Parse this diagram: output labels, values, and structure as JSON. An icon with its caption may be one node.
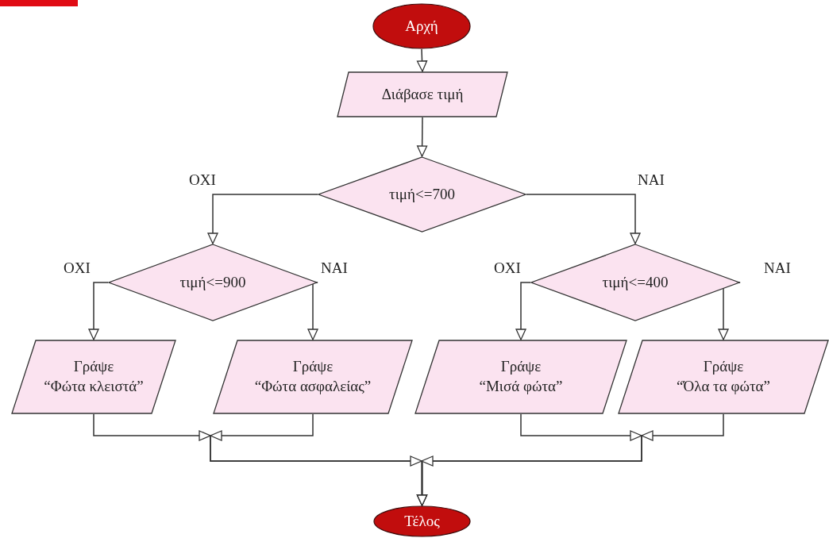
{
  "diagram": {
    "nodes": [
      {
        "text": [
          "Αρχή"
        ]
      },
      {
        "text": [
          "Διάβασε τιμή"
        ]
      },
      {
        "text": [
          "τιμή<=700"
        ]
      },
      {
        "text": [
          "τιμή<=900"
        ]
      },
      {
        "text": [
          "τιμή<=400"
        ]
      },
      {
        "text": [
          "Γράψε",
          "“Φώτα κλειστά”"
        ]
      },
      {
        "text": [
          "Γράψε",
          "“Φώτα ασφαλείας”"
        ]
      },
      {
        "text": [
          "Γράψε",
          "“Μισά φώτα”"
        ]
      },
      {
        "text": [
          "Γράψε",
          "“Όλα τα φώτα”"
        ]
      },
      {
        "text": [
          "Τέλος"
        ]
      }
    ],
    "edges": [
      {
        "from": 0,
        "to": 1,
        "arrow": "to"
      },
      {
        "from": 1,
        "to": 2,
        "arrow": "to"
      },
      {
        "from": 2,
        "to": 3,
        "arrow": "to",
        "label": "ΟΧΙ"
      },
      {
        "from": 2,
        "to": 4,
        "arrow": "to",
        "label": "ΝΑΙ"
      },
      {
        "from": 3,
        "to": 5,
        "arrow": "to",
        "label": "ΟΧΙ"
      },
      {
        "from": 3,
        "to": 6,
        "arrow": "to",
        "label": "ΝΑΙ"
      },
      {
        "from": 4,
        "to": 7,
        "arrow": "to",
        "label": "ΟΧΙ"
      },
      {
        "from": 4,
        "to": 8,
        "arrow": "to",
        "label": "ΝΑΙ"
      },
      {
        "from": 5,
        "to": 9,
        "arrow": "to"
      },
      {
        "from": 6,
        "to": 9,
        "arrow": "to"
      },
      {
        "from": 7,
        "to": 9,
        "arrow": "to"
      },
      {
        "from": 8,
        "to": 9,
        "arrow": "to"
      }
    ]
  }
}
